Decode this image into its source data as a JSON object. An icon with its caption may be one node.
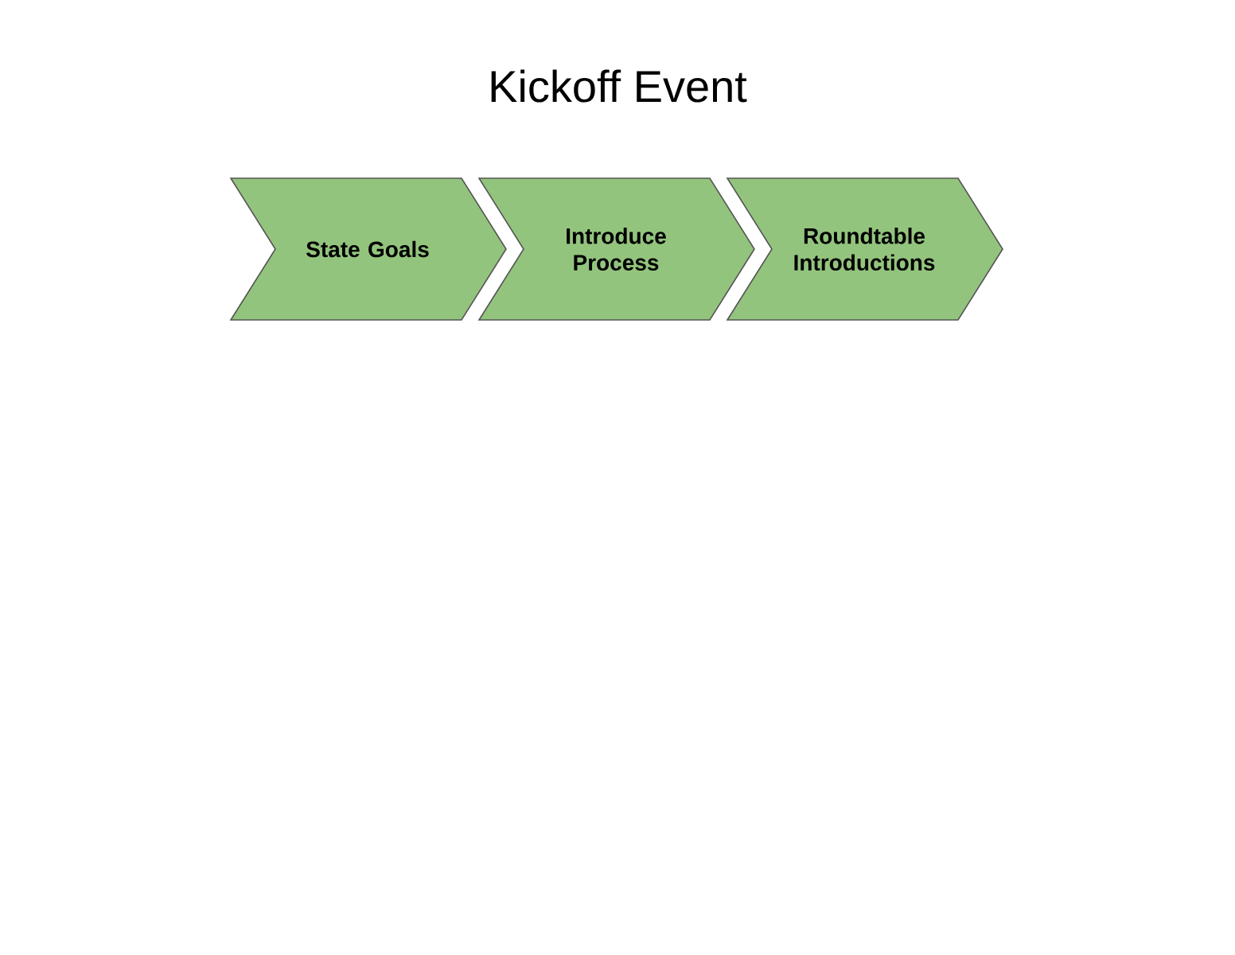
{
  "diagram": {
    "title": "Kickoff Event",
    "nodes": [
      {
        "text": [
          "State Goals"
        ]
      },
      {
        "text": [
          "Introduce Process"
        ]
      },
      {
        "text": [
          "Roundtable Introductions"
        ]
      }
    ]
  }
}
